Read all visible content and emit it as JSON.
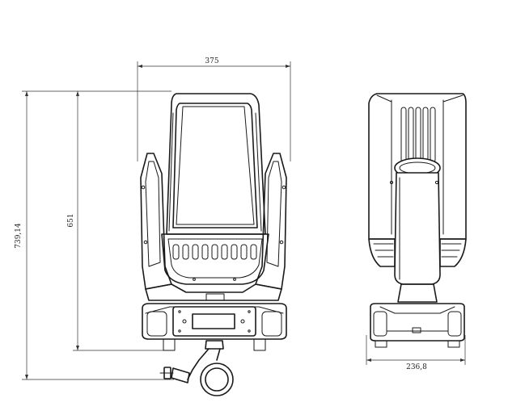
{
  "dimensions": {
    "width_top": "375",
    "height_total": "739,14",
    "height_body": "651",
    "width_side": "236,8"
  }
}
